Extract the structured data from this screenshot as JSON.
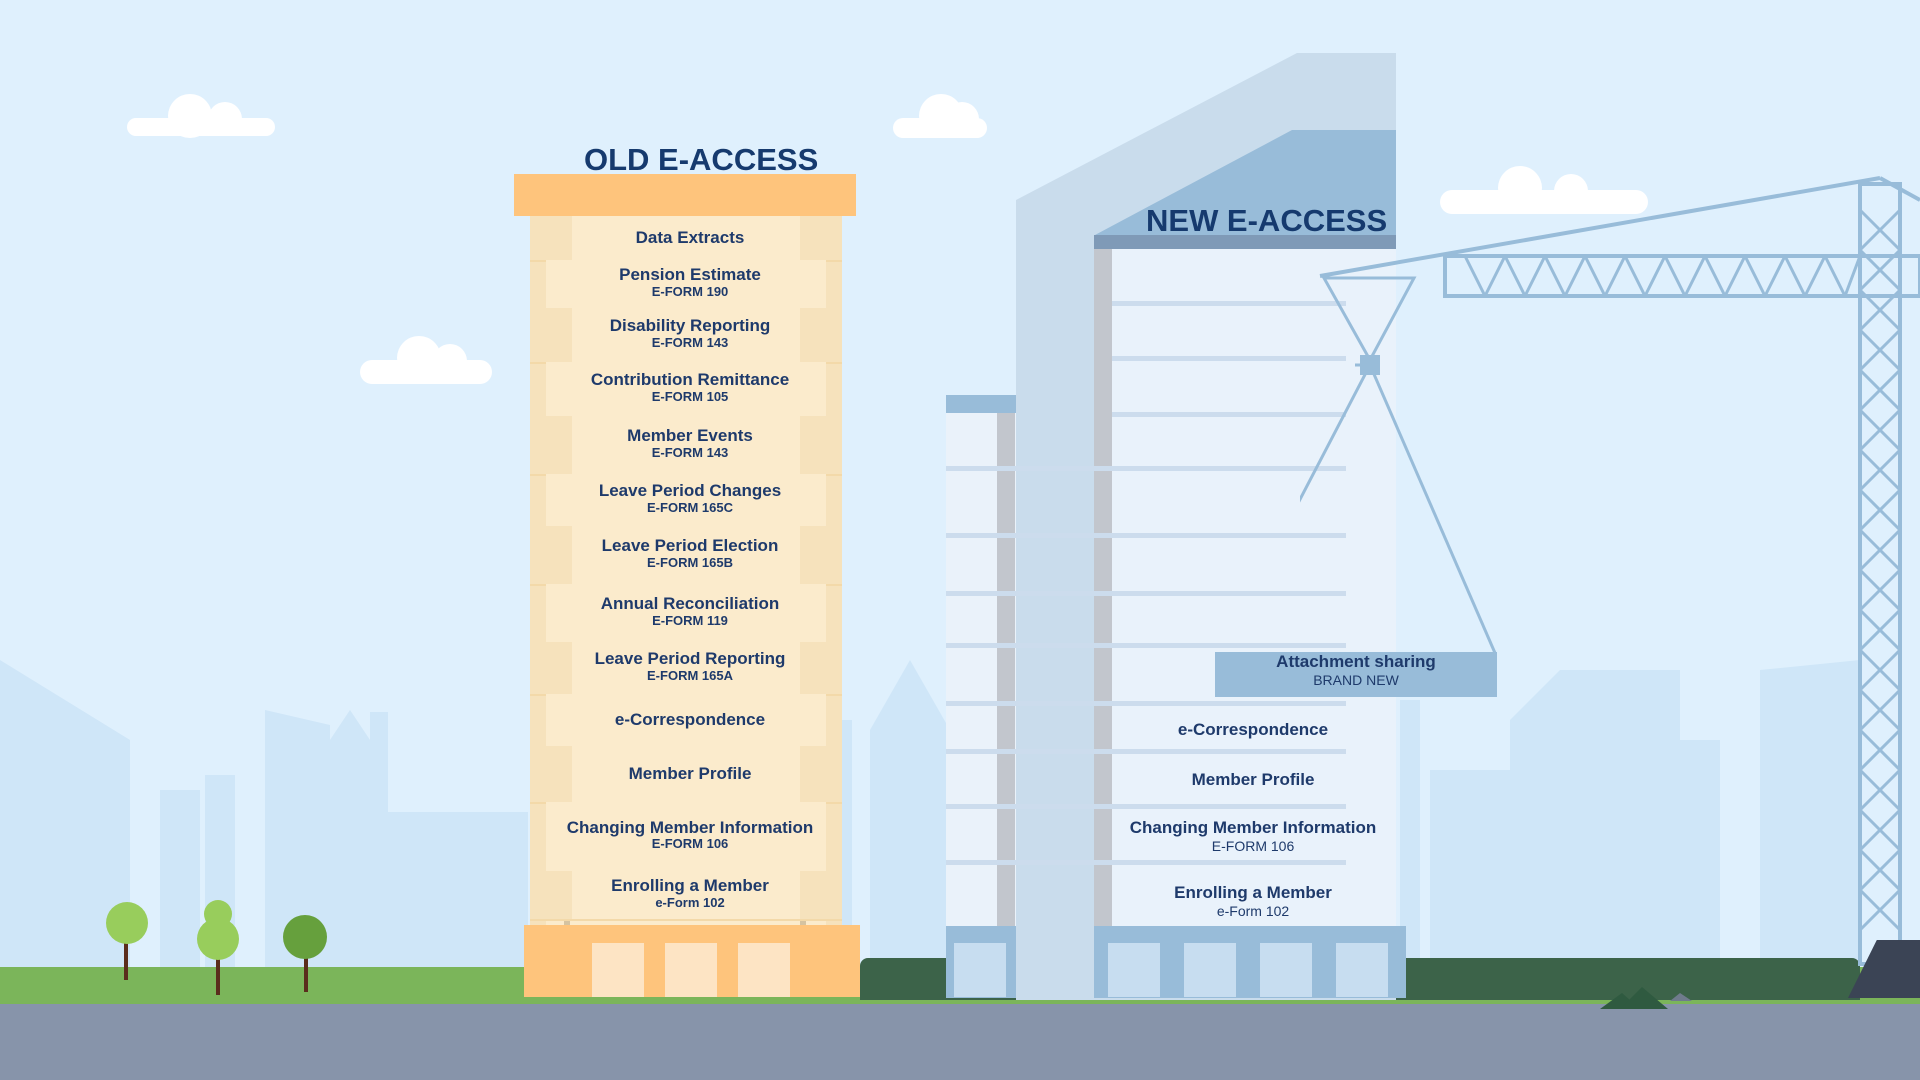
{
  "old_building": {
    "title": "OLD E-ACCESS",
    "floors": [
      {
        "title": "Data Extracts",
        "sub": ""
      },
      {
        "title": "Pension Estimate",
        "sub": "E-FORM 190"
      },
      {
        "title": "Disability Reporting",
        "sub": "E-FORM 143"
      },
      {
        "title": "Contribution Remittance",
        "sub": "E-FORM 105"
      },
      {
        "title": "Member Events",
        "sub": "E-FORM 143"
      },
      {
        "title": "Leave Period Changes",
        "sub": "E-FORM 165C"
      },
      {
        "title": "Leave Period Election",
        "sub": "E-FORM 165B"
      },
      {
        "title": "Annual Reconciliation",
        "sub": "E-FORM 119"
      },
      {
        "title": "Leave Period Reporting",
        "sub": "E-FORM 165A"
      },
      {
        "title": "e-Correspondence",
        "sub": ""
      },
      {
        "title": "Member Profile",
        "sub": ""
      },
      {
        "title": "Changing Member Information",
        "sub": "E-FORM 106"
      },
      {
        "title": "Enrolling a Member",
        "sub": "e-Form 102"
      }
    ]
  },
  "new_building": {
    "title": "NEW E-ACCESS",
    "crane_load": {
      "title": "Attachment sharing",
      "sub": "BRAND NEW"
    },
    "floors": [
      {
        "title": "e-Correspondence",
        "sub": ""
      },
      {
        "title": "Member Profile",
        "sub": ""
      },
      {
        "title": "Changing Member Information",
        "sub": "E-FORM 106"
      },
      {
        "title": "Enrolling a Member",
        "sub": "e-Form 102"
      }
    ]
  },
  "colors": {
    "sky": "#dff0fd",
    "old_floor": "#fbebcc",
    "old_roof": "#fec47c",
    "new_floor": "#e9f2fb",
    "new_accent": "#98bcd9",
    "text": "#1e3a6b",
    "grass": "#7bb55a",
    "road": "#8794aa"
  }
}
